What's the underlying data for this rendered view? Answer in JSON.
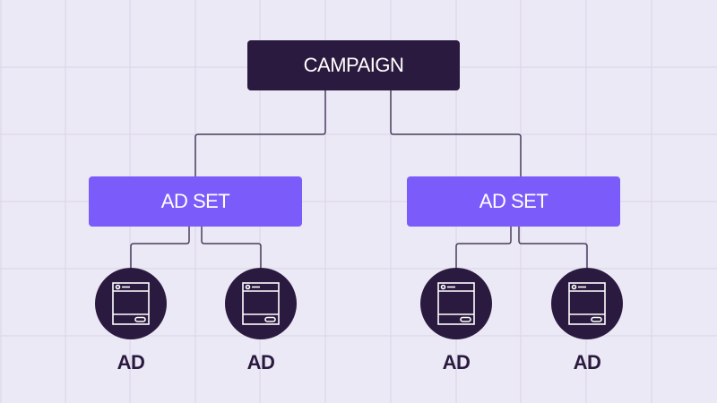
{
  "colors": {
    "background": "#ece9f6",
    "grid": "#ddd8ea",
    "campaign_fill": "#2b1a3f",
    "adset_fill": "#7b5cfa",
    "ad_fill": "#2b1a3f",
    "connector": "#4a3d5c",
    "label_text": "#2b1a3f"
  },
  "campaign": {
    "label": "CAMPAIGN"
  },
  "ad_sets": [
    {
      "label": "AD SET",
      "ads": [
        {
          "label": "AD",
          "icon": "browser-window-icon"
        },
        {
          "label": "AD",
          "icon": "browser-window-icon"
        }
      ]
    },
    {
      "label": "AD SET",
      "ads": [
        {
          "label": "AD",
          "icon": "browser-window-icon"
        },
        {
          "label": "AD",
          "icon": "browser-window-icon"
        }
      ]
    }
  ]
}
